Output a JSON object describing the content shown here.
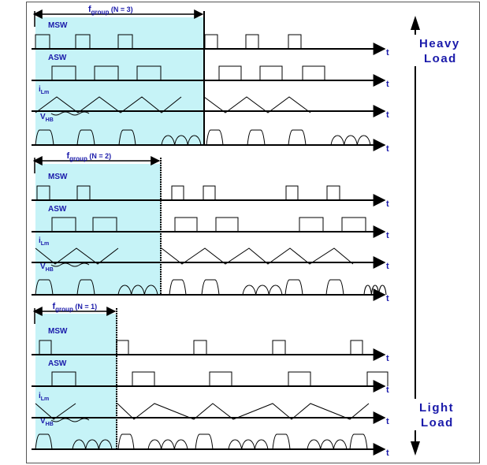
{
  "colors": {
    "highlight": "#c6f3f7",
    "label": "#1a1aaa",
    "line": "#000000"
  },
  "load_axis": {
    "top_label_line1": "Heavy",
    "top_label_line2": "Load",
    "bottom_label_line1": "Light",
    "bottom_label_line2": "Load"
  },
  "signals": {
    "msw": "MSW",
    "asw": "ASW",
    "ilm_main": "i",
    "ilm_sub": "Lm",
    "vhb_main": "V",
    "vhb_sub": "HB",
    "time_axis": "t"
  },
  "panels": [
    {
      "label_main": "f",
      "label_sub": "group",
      "label_suffix": " (N = 3)",
      "N": 3
    },
    {
      "label_main": "f",
      "label_sub": "group",
      "label_suffix": " (N = 2)",
      "N": 2
    },
    {
      "label_main": "f",
      "label_sub": "group",
      "label_suffix": " (N = 1)",
      "N": 1
    }
  ]
}
